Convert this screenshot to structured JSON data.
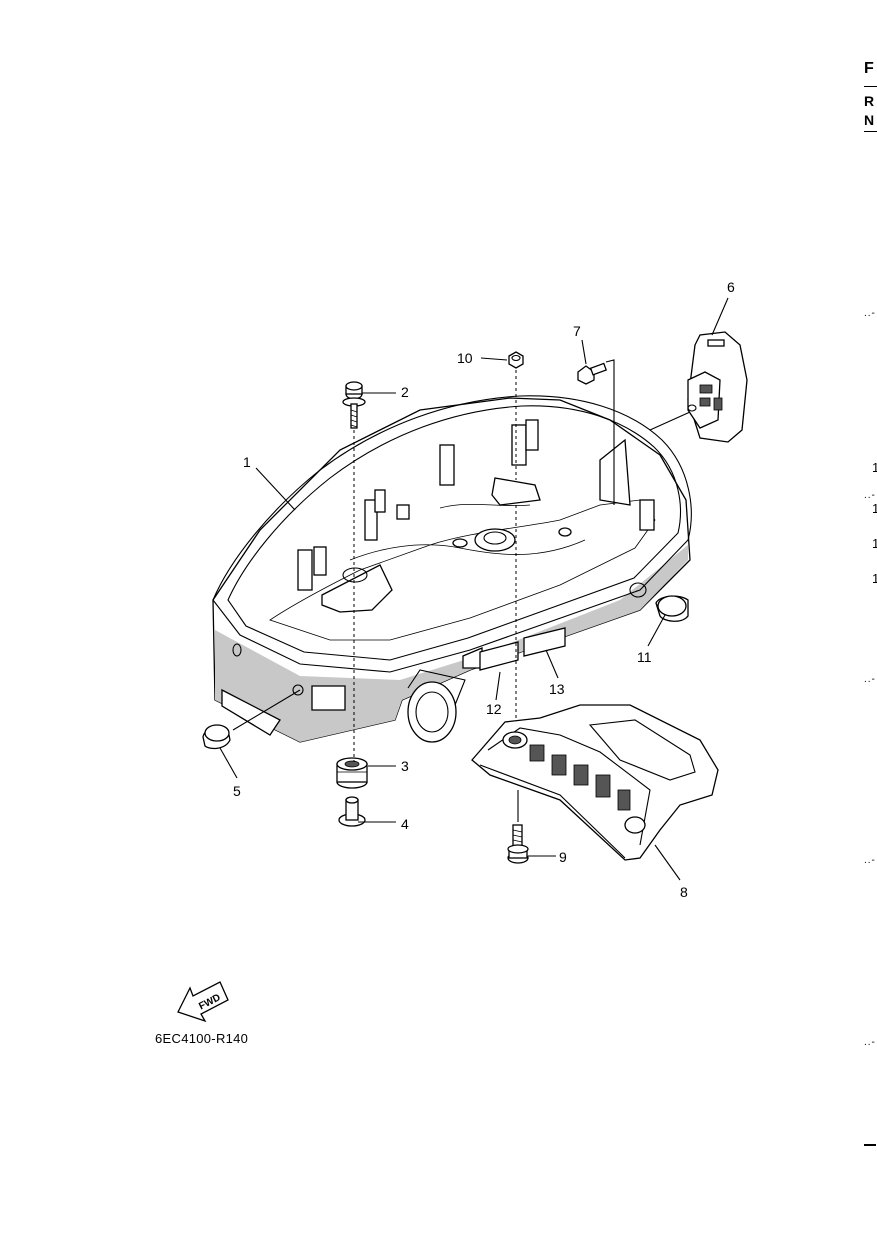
{
  "page_edge": {
    "letters": [
      "F",
      "R",
      "N"
    ],
    "numbers": [
      "1",
      "1",
      "1",
      "1"
    ]
  },
  "callouts": [
    "1",
    "2",
    "3",
    "4",
    "5",
    "6",
    "7",
    "8",
    "9",
    "10",
    "11",
    "12",
    "13"
  ],
  "fwd_label": "FWD",
  "diagram_code": "6EC4100-R140"
}
